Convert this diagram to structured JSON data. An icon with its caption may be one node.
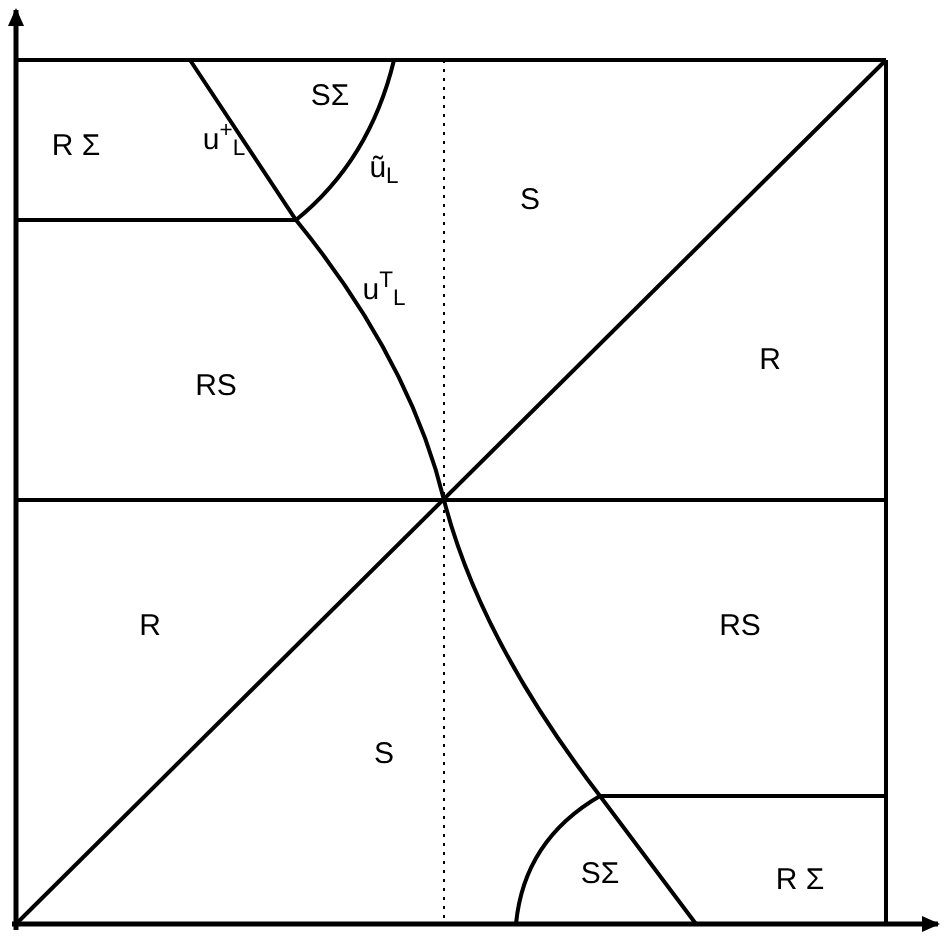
{
  "diagram": {
    "labels": [
      "R Σ",
      "u$^{+}$$_{L}$",
      "SΣ",
      "ũ$_{L}$",
      "S",
      "u$^{T}$$_{L}$",
      "RS",
      "R",
      "R",
      "RS",
      "S",
      "SΣ",
      "R Σ"
    ]
  }
}
